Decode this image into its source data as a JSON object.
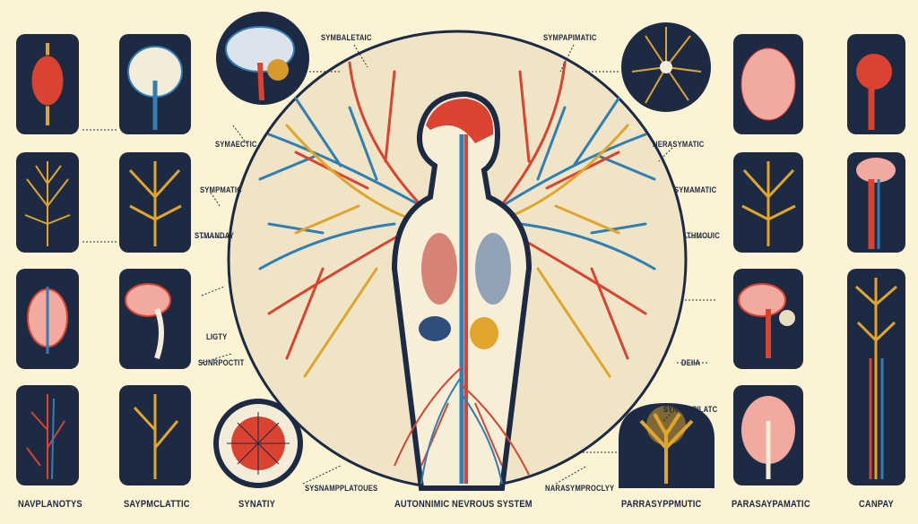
{
  "colors": {
    "background": "#fbf3d3",
    "navy": "#1c2a44",
    "red": "#d9432f",
    "blue": "#2f7fb5",
    "gold": "#e0a52a",
    "pink": "#f1a9a0",
    "circle_fill": "#efe5c6"
  },
  "title": "AUTONNIMIC NEVROUS SYSTEM",
  "labels": {
    "top_left": "SYMBALETAIC",
    "top_right": "SYMPAPIMATIC",
    "left_1": "SYMAECTIC",
    "right_1": "NERASYMATIC",
    "left_2": "SYMPMATIC",
    "right_2": "SYMAMATIC",
    "left_3": "STMANDAY",
    "right_3": "THMOUIC",
    "left_4": "LIGTY",
    "left_5": "SUNRPOCTIT",
    "right_4": "DEIIA",
    "right_5": "SYNHAYPILATC",
    "bottom_left_inner": "SYSNAMPPLATOUES",
    "bottom_right_inner": "NARASYMPROCLYY"
  },
  "bottom_labels": [
    "NAVPLANOTYS",
    "SAYPMCLATTIC",
    "SYNATIY",
    "PARRASYPPMUTIC",
    "PARASAYPAMATIC",
    "CANPAY"
  ],
  "icons": [
    "brain-icon",
    "nerve-tree-icon",
    "spinal-cord-icon",
    "neuron-icon",
    "kidney-icon",
    "target-icon"
  ]
}
